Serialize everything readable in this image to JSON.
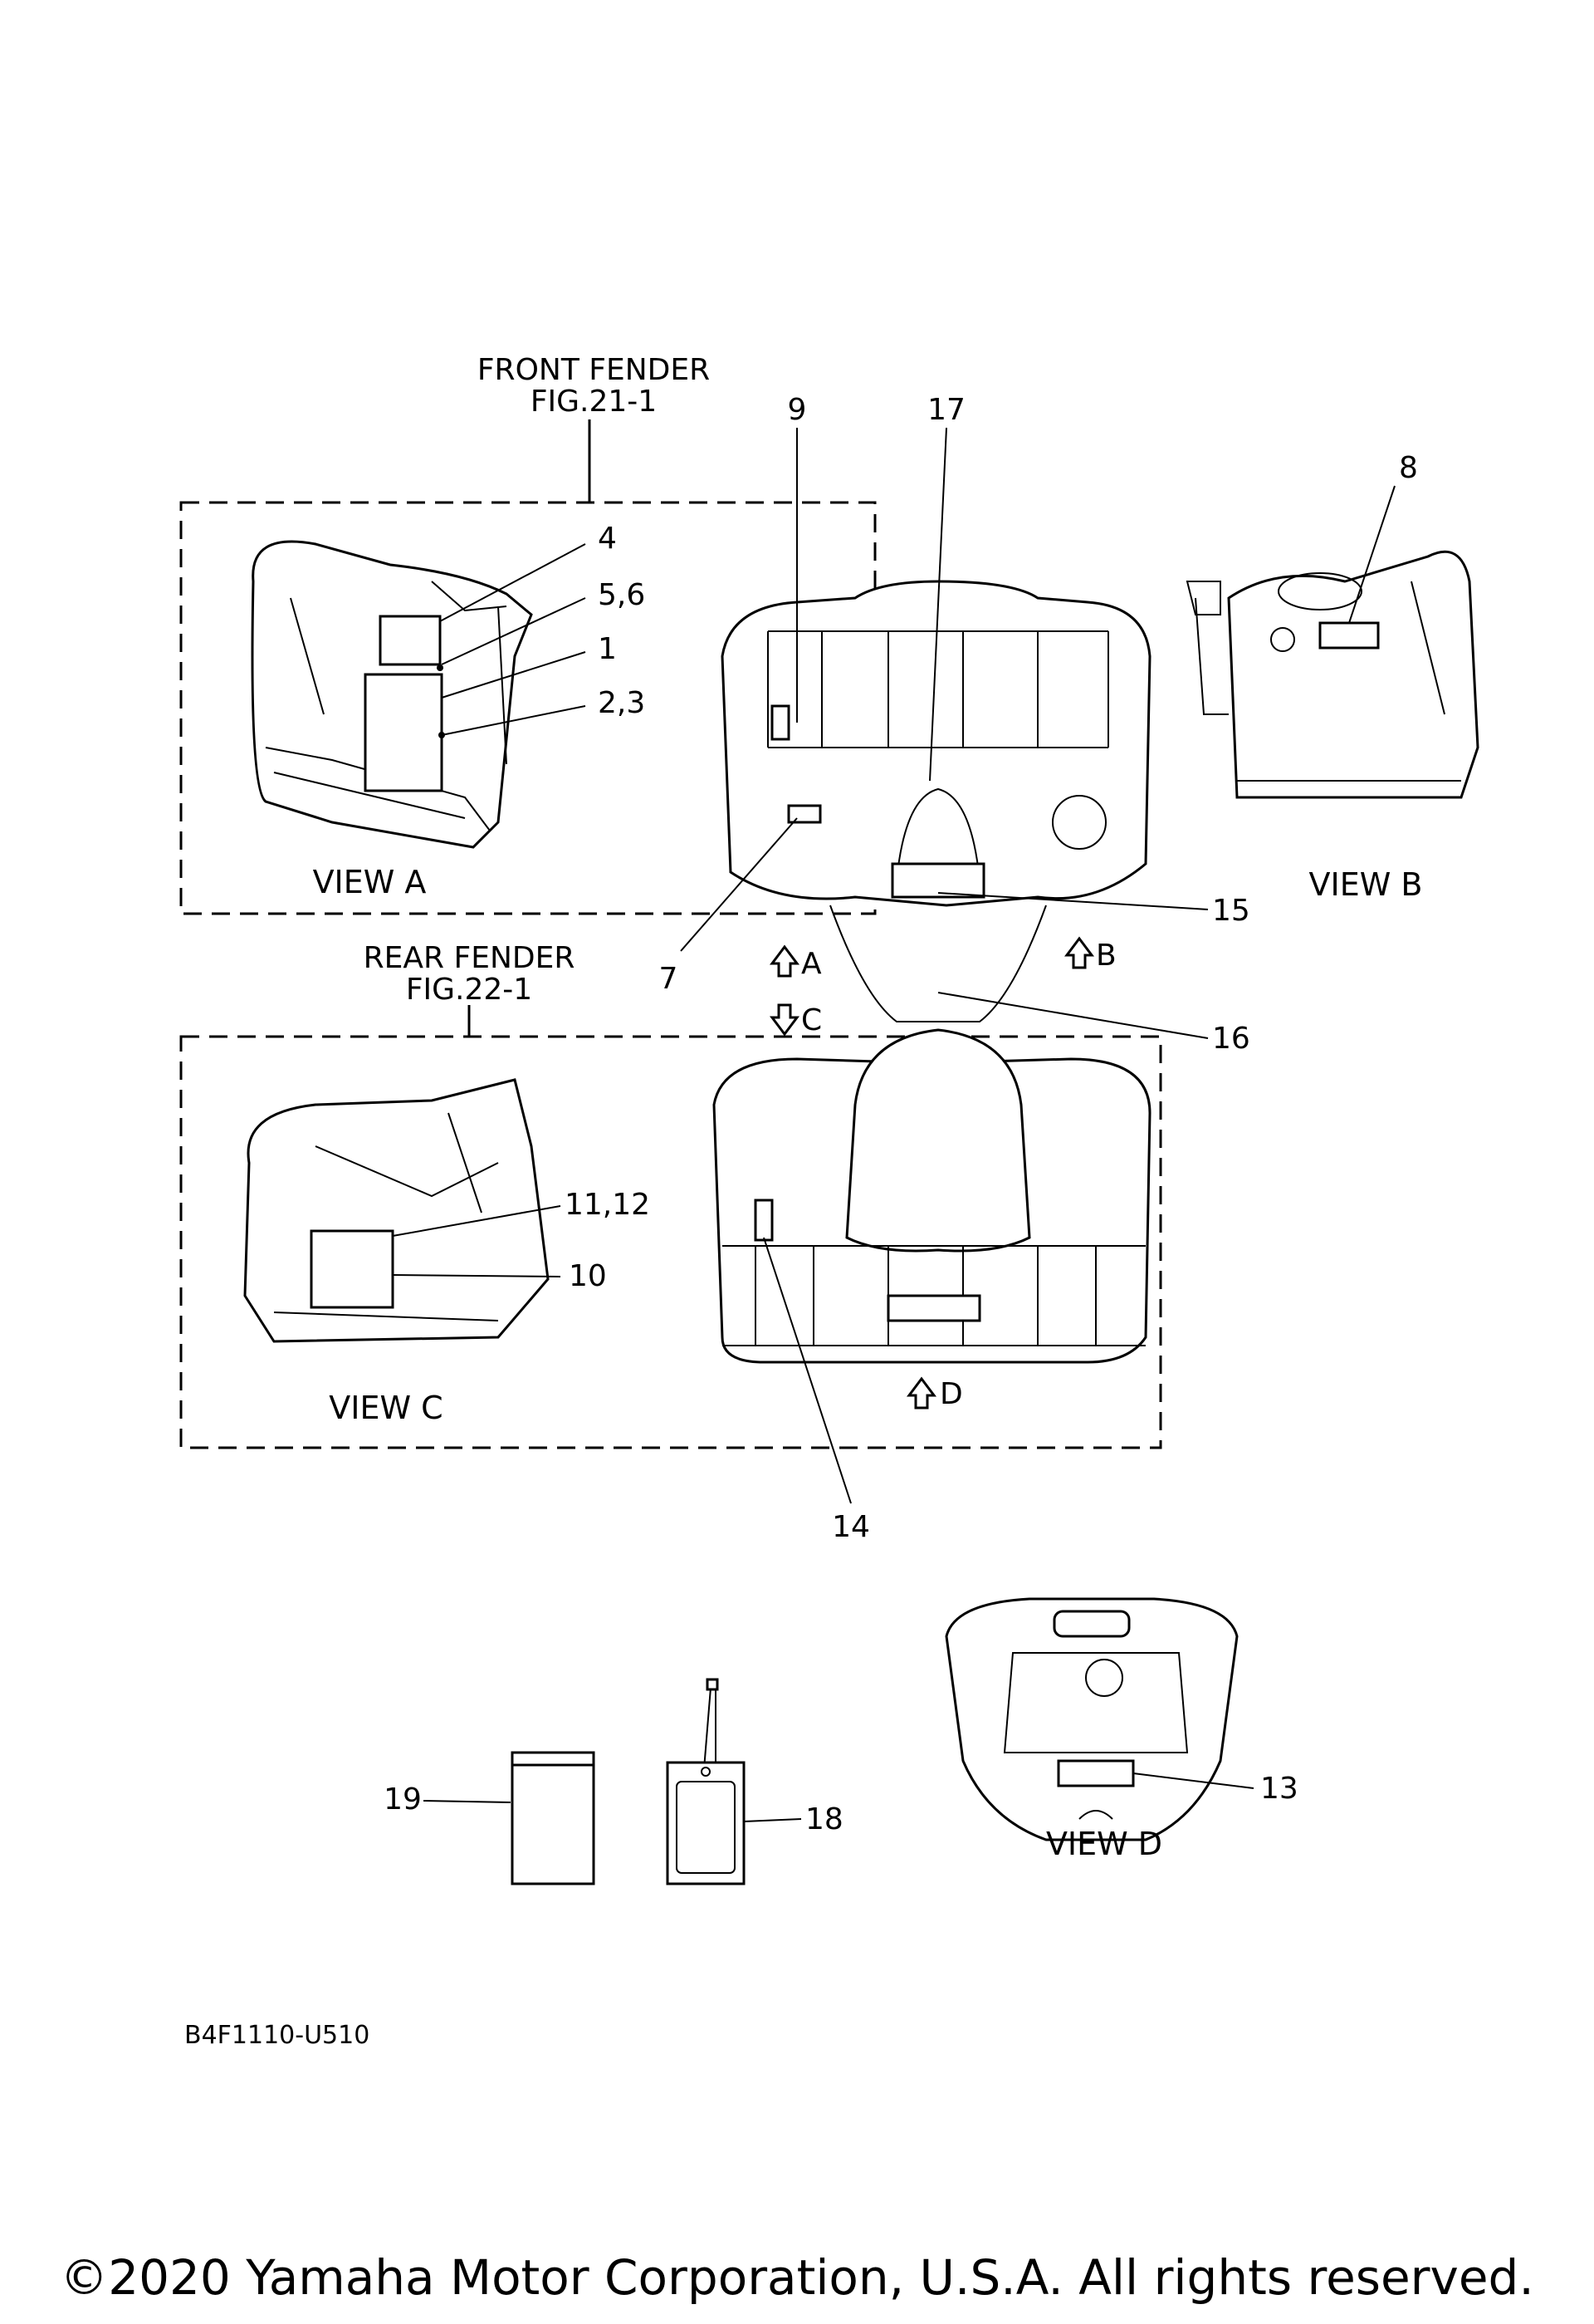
{
  "refs": {
    "front_fender_title": "FRONT FENDER",
    "front_fender_fig": "FIG.21-1",
    "rear_fender_title": "REAR FENDER",
    "rear_fender_fig": "FIG.22-1"
  },
  "views": {
    "a": "VIEW A",
    "b": "VIEW B",
    "c": "VIEW C",
    "d": "VIEW D"
  },
  "arrows": {
    "a": "A",
    "b": "B",
    "c": "C",
    "d": "D"
  },
  "callouts": {
    "c1": "1",
    "c23": "2,3",
    "c4": "4",
    "c56": "5,6",
    "c7": "7",
    "c8": "8",
    "c9": "9",
    "c10": "10",
    "c1112": "11,12",
    "c13": "13",
    "c14": "14",
    "c15": "15",
    "c16": "16",
    "c17": "17",
    "c18": "18",
    "c19": "19"
  },
  "diagram_code": "B4F1110-U510",
  "copyright": "©2020 Yamaha Motor Corporation, U.S.A. All rights reserved."
}
